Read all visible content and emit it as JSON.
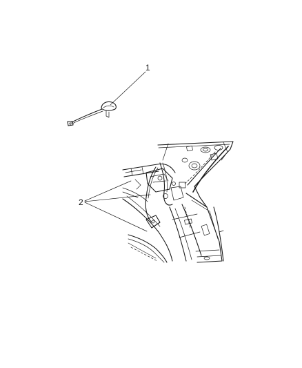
{
  "callouts": [
    {
      "id": "1",
      "label": "1"
    },
    {
      "id": "2",
      "label": "2"
    }
  ],
  "parts": {
    "antenna": "rooftop-antenna-assembly",
    "cable": "antenna-cable-routing"
  },
  "colors": {
    "line": "#1a1a1a",
    "background": "#ffffff"
  }
}
